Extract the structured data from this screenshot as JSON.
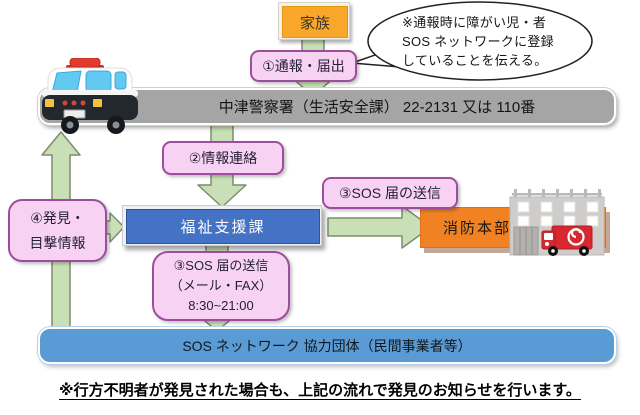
{
  "colors": {
    "pink_fill": "#F8D2F3",
    "pink_border": "#9E4D9E",
    "arrow_fill": "#C9E0B6",
    "arrow_border": "#7D8C6E",
    "gray_bar": "#A5A5A5",
    "blue_box": "#4472C4",
    "orange_bar": "#F08223",
    "family_box": "#F9A72B",
    "network_bar": "#5B9BD5"
  },
  "nodes": {
    "family": "家族",
    "step1": "①通報・届出",
    "bubble": {
      "line1": "※通報時に障がい児・者",
      "line2": "SOS ネットワークに登録",
      "line3": "していることを伝える。"
    },
    "police": "中津警察署（生活安全課） 22-2131 又は 110番",
    "step2": "②情報連絡",
    "welfare": "福祉支援課",
    "step3": "③SOS 届の送信",
    "fire": "消防本部",
    "step4": {
      "line1": "④発見・",
      "line2": "目撃情報"
    },
    "mail": {
      "line1": "③SOS 届の送信",
      "line2": "（メール・FAX）",
      "line3": "8:30~21:00"
    },
    "network": "SOS ネットワーク 協力団体（民間事業者等）",
    "footnote": "※行方不明者が発見された場合も、上記の流れで発見のお知らせを行います。"
  },
  "icons": {
    "police_car": "police-car-icon",
    "fire_station": "fire-station-icon",
    "fire_truck": "fire-truck-icon",
    "speech_bubble": "speech-bubble"
  }
}
